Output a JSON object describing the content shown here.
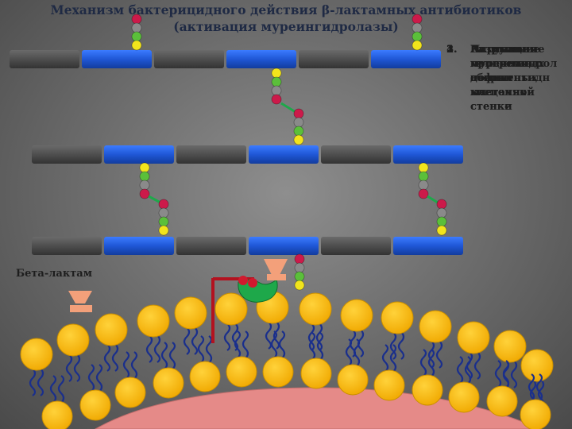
{
  "title": {
    "line1": "Механизм бактерицидного действия β-лактамных антибиотиков",
    "line2": "(активация муреингидролазы)"
  },
  "steps": [
    {
      "num": "1.",
      "text": "Нарушение процесса сборки клеточной стенки"
    },
    {
      "num": "2.",
      "text": "Разрушение муреина в дефектных местах"
    },
    {
      "num": "3.",
      "text": "Активация муреингидролазы в клеточной стенке"
    },
    {
      "num": "4.",
      "text": "Разрывы в поперечных полипептидных цепях"
    }
  ],
  "beta_lactam_label": "Бета-лактам",
  "colors": {
    "glycan_blue": "#1f57d6",
    "glycan_gray": "#4e4e4e",
    "peptide_red": "#cc1a4a",
    "peptide_gray": "#8a8a8a",
    "peptide_green": "#5bbf3a",
    "peptide_yellow": "#f2e41c",
    "lipid_head": "#f5b800",
    "lipid_tail": "#1a2f8c",
    "enzyme_green": "#1ea84a",
    "beta_lactam": "#f3a07a",
    "cytoplasm": "#e58a88"
  }
}
